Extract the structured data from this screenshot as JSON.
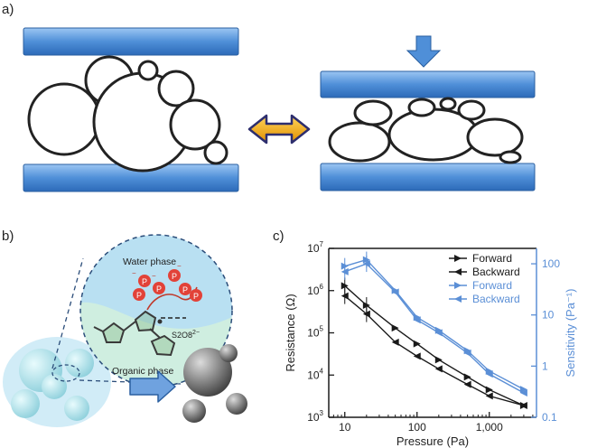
{
  "panels": {
    "a": "a)",
    "b": "b)",
    "c": "c)"
  },
  "diagram_b": {
    "water_phase": "Water phase",
    "organic_phase": "Organic phase",
    "ion_label": "S2O8",
    "ion_sub": "2",
    "ion_charge": "2−",
    "p_label": "P",
    "minus": "−"
  },
  "chart_data": {
    "type": "line",
    "xlabel": "Pressure (Pa)",
    "ylabel_left": "Resistance (Ω)",
    "ylabel_right": "Sensitivity (Pa⁻¹)",
    "x_scale": "log",
    "y_scale_left": "log",
    "y_scale_right": "log",
    "xlim": [
      6,
      4500
    ],
    "ylim_left": [
      1000,
      10000000
    ],
    "ylim_right": [
      0.1,
      200
    ],
    "x_ticks": [
      10,
      100,
      1000
    ],
    "x_tick_labels": [
      "10",
      "100",
      "1,000"
    ],
    "y_ticks_left": [
      1000,
      10000,
      100000,
      1000000,
      10000000
    ],
    "y_tick_labels_left": [
      {
        "b": "10",
        "e": "3"
      },
      {
        "b": "10",
        "e": "4"
      },
      {
        "b": "10",
        "e": "5"
      },
      {
        "b": "10",
        "e": "6"
      },
      {
        "b": "10",
        "e": "7"
      }
    ],
    "y_ticks_right": [
      0.1,
      1,
      10,
      100
    ],
    "y_tick_labels_right": [
      "0.1",
      "1",
      "10",
      "100"
    ],
    "legend_position": "top-right",
    "series": [
      {
        "name": "Forward",
        "axis": "left",
        "color": "#1a1a1a",
        "marker": "triangle-right",
        "x": [
          10,
          20,
          50,
          100,
          200,
          500,
          1000,
          3000
        ],
        "y": [
          1300000,
          450000,
          130000,
          55000,
          23000,
          9000,
          4500,
          1900
        ]
      },
      {
        "name": "Backward",
        "axis": "left",
        "color": "#1a1a1a",
        "marker": "triangle-left",
        "x": [
          10,
          20,
          50,
          100,
          200,
          500,
          1000,
          3000
        ],
        "y": [
          750000,
          280000,
          60000,
          28000,
          14000,
          6000,
          3200,
          1900
        ]
      },
      {
        "name": "Forward",
        "axis": "right",
        "color": "#5b8fd6",
        "marker": "triangle-right",
        "x": [
          10,
          20,
          50,
          100,
          200,
          500,
          1000,
          3000
        ],
        "y": [
          90,
          120,
          30,
          9,
          5,
          2,
          0.8,
          0.35
        ]
      },
      {
        "name": "Backward",
        "axis": "right",
        "color": "#5b8fd6",
        "marker": "triangle-left",
        "x": [
          10,
          20,
          50,
          100,
          200,
          500,
          1000,
          3000
        ],
        "y": [
          70,
          100,
          28,
          8,
          4.5,
          1.8,
          0.7,
          0.3
        ]
      }
    ]
  },
  "colors": {
    "plate": "#4f8fd8",
    "arrow_gold": "#f0a000",
    "axis_black": "#1a1a1a",
    "axis_blue": "#5b8fd6"
  }
}
